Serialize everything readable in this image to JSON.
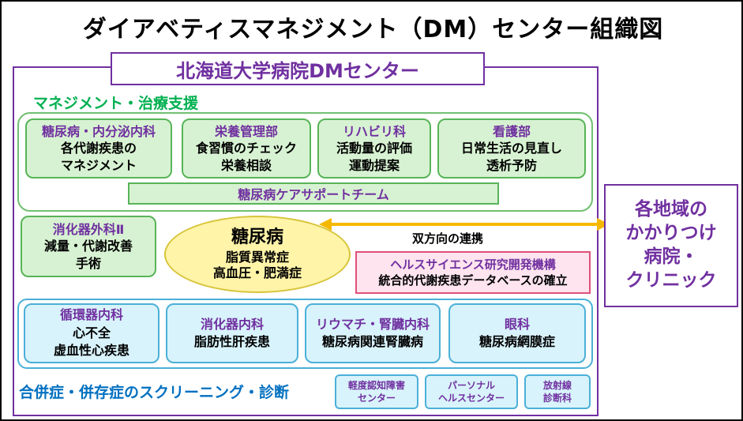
{
  "title": "ダイアベティスマネジメント（DM）センター組織図",
  "center_name": "北海道大学病院DMセンター",
  "management": {
    "label": "マネジメント・治療支援",
    "boxes": [
      {
        "heading": "糖尿病・内分泌内科",
        "lines": [
          "各代謝疾患の",
          "マネジメント"
        ]
      },
      {
        "heading": "栄養管理部",
        "lines": [
          "食習慣のチェック",
          "栄養相談"
        ]
      },
      {
        "heading": "リハビリ科",
        "lines": [
          "活動量の評価",
          "運動提案"
        ]
      },
      {
        "heading": "看護部",
        "lines": [
          "日常生活の見直し",
          "透析予防"
        ]
      }
    ],
    "team": "糖尿病ケアサポートチーム"
  },
  "surgery": {
    "heading": "消化器外科Ⅱ",
    "lines": [
      "減量・代謝改善",
      "手術"
    ]
  },
  "core": {
    "title": "糖尿病",
    "lines": [
      "脂質異常症",
      "高血圧・肥満症"
    ]
  },
  "link_label": "双方向の連携",
  "research": {
    "heading": "ヘルスサイエンス研究開発機構",
    "line": "統合的代謝疾患データベースの確立"
  },
  "screening": {
    "label": "合併症・併存症のスクリーニング・診断",
    "boxes": [
      {
        "heading": "循環器内科",
        "lines": [
          "心不全",
          "虚血性心疾患"
        ]
      },
      {
        "heading": "消化器内科",
        "lines": [
          "脂肪性肝疾患"
        ]
      },
      {
        "heading": "リウマチ・腎臓内科",
        "lines": [
          "糖尿病関連腎臓病"
        ]
      },
      {
        "heading": "眼科",
        "lines": [
          "糖尿病網膜症"
        ]
      }
    ],
    "small_boxes": [
      {
        "lines": [
          "軽度認知障害",
          "センター"
        ]
      },
      {
        "lines": [
          "パーソナル",
          "ヘルスセンター"
        ]
      },
      {
        "lines": [
          "放射線",
          "診断科"
        ]
      }
    ]
  },
  "external": {
    "lines": [
      "各地域の",
      "かかりつけ",
      "病院・",
      "クリニック"
    ]
  },
  "colors": {
    "purple": "#7030a0",
    "green_label": "#00b050",
    "blue_label": "#0070c0",
    "arrow": "#f5b800",
    "green_fill": "#d7f2d2",
    "blue_fill": "#d8f3fb",
    "yellow_fill": "#fff4a8",
    "pink_fill": "#fde4ee"
  }
}
